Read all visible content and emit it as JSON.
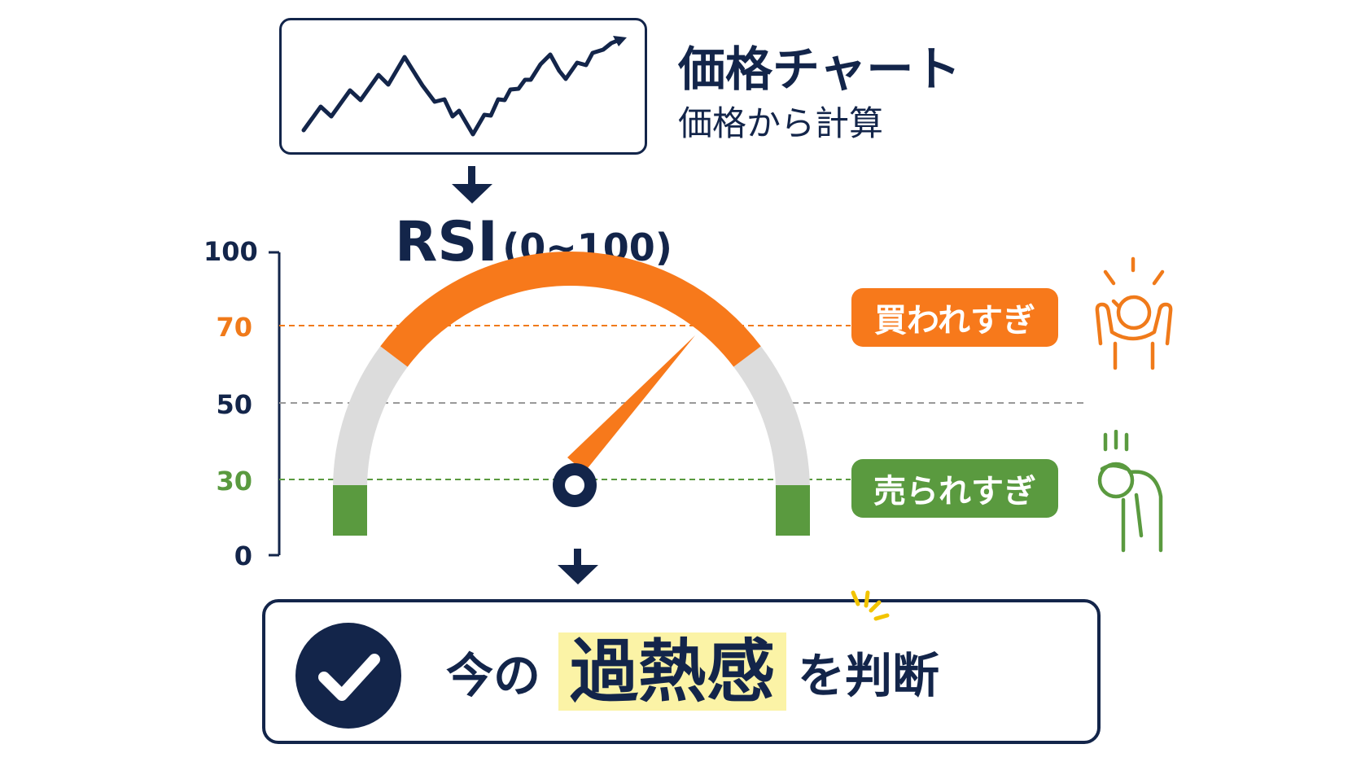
{
  "price_chart": {
    "title": "価格チャート",
    "subtitle": "価格から計算"
  },
  "rsi": {
    "title": "RSI",
    "range": "(0~100)",
    "scale_ticks": [
      {
        "value": 100,
        "label": "100",
        "color": "#13254a"
      },
      {
        "value": 70,
        "label": "70",
        "color": "#f07a1a"
      },
      {
        "value": 50,
        "label": "50",
        "color": "#13254a"
      },
      {
        "value": 30,
        "label": "30",
        "color": "#5a9a3f"
      },
      {
        "value": 0,
        "label": "0",
        "color": "#13254a"
      }
    ],
    "overbought_label": "買われすぎ",
    "oversold_label": "売られすぎ",
    "needle_value": 80,
    "colors": {
      "overbought": "#f7791b",
      "neutral": "#dcdcdc",
      "oversold": "#5a9a3f",
      "navy": "#13254a"
    }
  },
  "result": {
    "prefix": "今の",
    "highlight": "過熱感",
    "suffix": "を判断"
  },
  "icons": {
    "check": "check-icon",
    "overbought_person": "excited-person-icon",
    "oversold_person": "dejected-person-icon"
  }
}
